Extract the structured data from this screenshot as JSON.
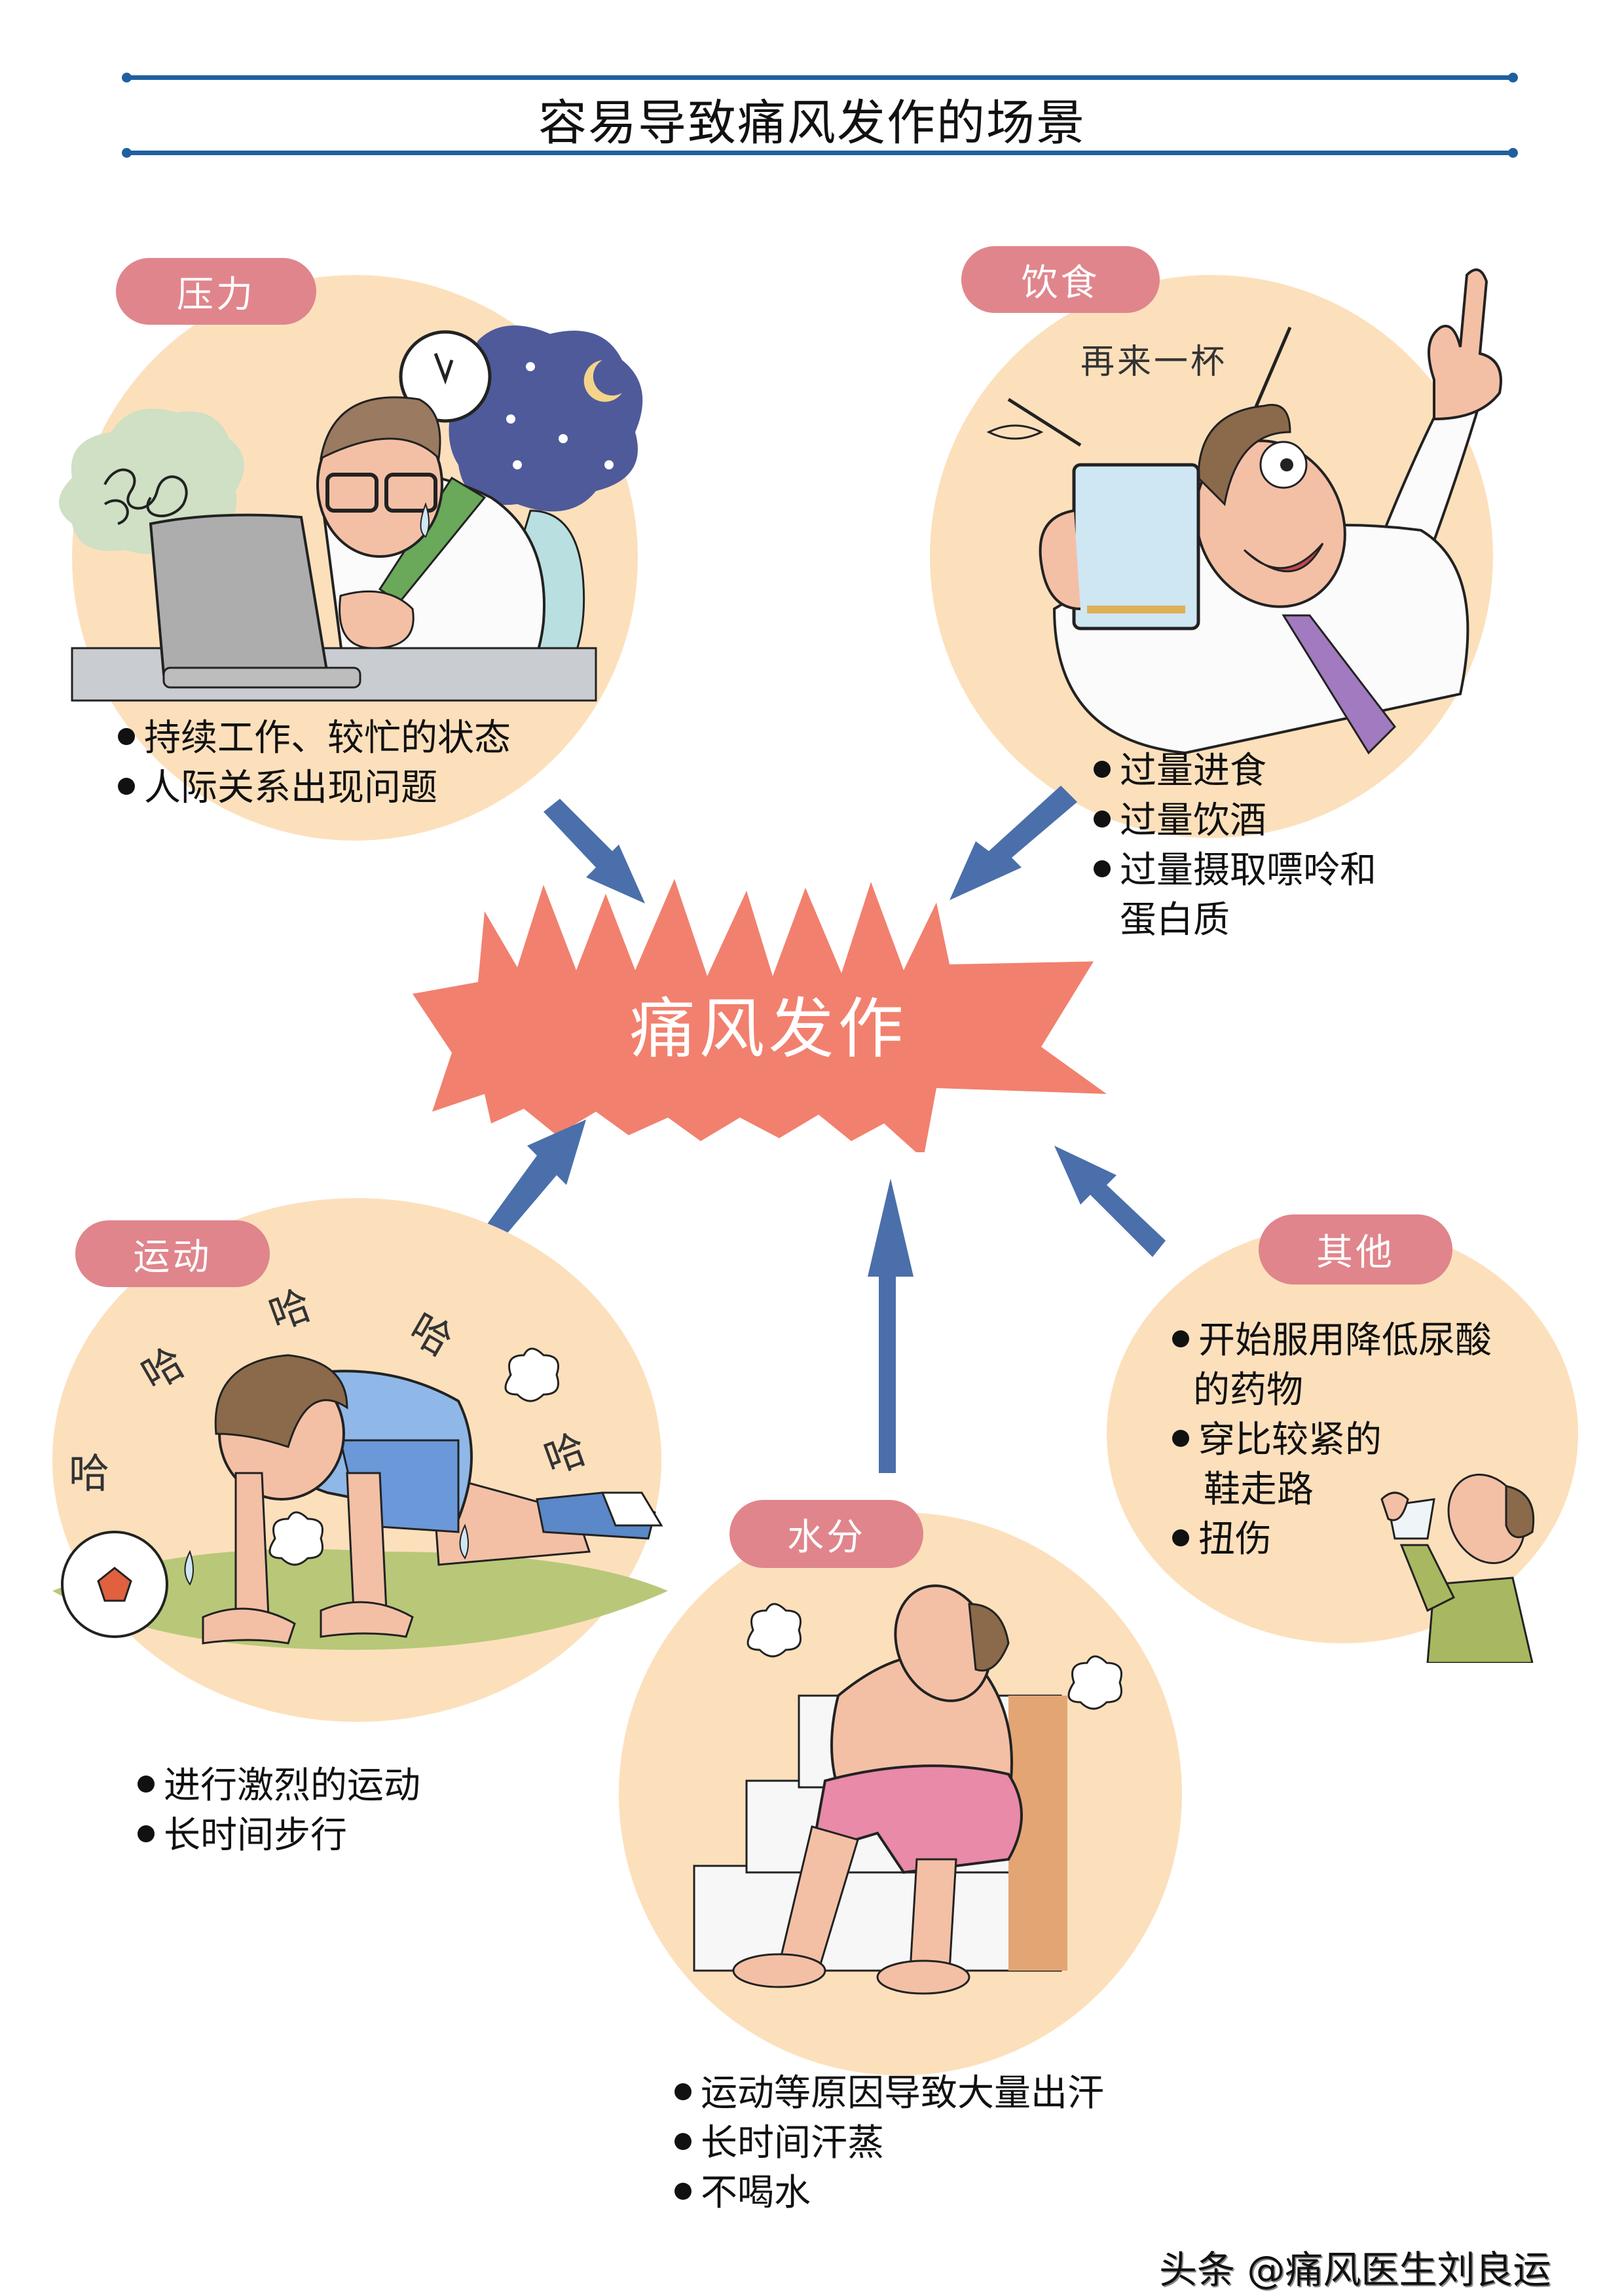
{
  "title": "容易导致痛风发作的场景",
  "colors": {
    "title_line": "#1f5fa0",
    "pill": "#e0858c",
    "circle": "#fce0bc",
    "arrow": "#4a6faa",
    "burst": "#f2806e"
  },
  "center": {
    "label": "痛风发作",
    "icon": "starburst-icon"
  },
  "sections": {
    "stress": {
      "label": "压力",
      "illustration": "overworked-man-at-computer-illustration",
      "bullets": [
        "持续工作、较忙的状态",
        "人际关系出现问题"
      ]
    },
    "diet": {
      "label": "饮食",
      "speech": "再来一杯",
      "illustration": "man-drinking-beer-illustration",
      "bullets": [
        "过量进食",
        "过量饮酒",
        "过量摄取嘌呤和",
        "蛋白质"
      ]
    },
    "exercise": {
      "label": "运动",
      "sounds": [
        "哈",
        "哈",
        "哈",
        "哈",
        "哈"
      ],
      "illustration": "exhausted-soccer-player-illustration",
      "bullets": [
        "进行激烈的运动",
        "长时间步行"
      ]
    },
    "water": {
      "label": "水分",
      "illustration": "man-in-sauna-illustration",
      "bullets": [
        "运动等原因导致大量出汗",
        "长时间汗蒸",
        "不喝水"
      ]
    },
    "other": {
      "label": "其他",
      "illustration": "man-drinking-water-illustration",
      "bullets": [
        "开始服用降低尿酸",
        "的药物",
        "穿比较紧的",
        "鞋走路",
        "扭伤"
      ]
    }
  },
  "arrows": [
    {
      "from": "stress",
      "icon": "arrow-icon"
    },
    {
      "from": "diet",
      "icon": "arrow-icon"
    },
    {
      "from": "exercise",
      "icon": "arrow-icon"
    },
    {
      "from": "water",
      "icon": "arrow-icon"
    },
    {
      "from": "other",
      "icon": "arrow-icon"
    }
  ],
  "watermark": "头条 @痛风医生刘良运"
}
